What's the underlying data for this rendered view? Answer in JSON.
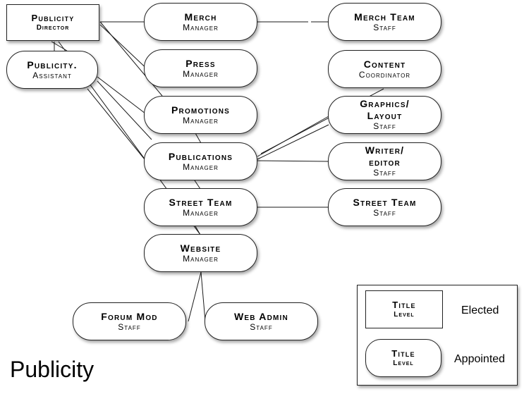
{
  "page_title": "Publicity",
  "nodes": {
    "publicity_director": {
      "title": "Publicity",
      "level": "Director"
    },
    "publicity_assistant": {
      "title": "Publicity.",
      "level": "Assistant"
    },
    "merch_manager": {
      "title": "Merch",
      "level": "Manager"
    },
    "press_manager": {
      "title": "Press",
      "level": "Manager"
    },
    "promotions_manager": {
      "title": "Promotions",
      "level": "Manager"
    },
    "publications_manager": {
      "title": "Publications",
      "level": "Manager"
    },
    "street_team_manager": {
      "title": "Street Team",
      "level": "Manager"
    },
    "website_manager": {
      "title": "Website",
      "level": "Manager"
    },
    "merch_team_staff": {
      "title": "Merch Team",
      "level": "Staff"
    },
    "content_coordinator": {
      "title": "Content",
      "level": "Coordinator"
    },
    "graphics_layout_staff": {
      "title": "Graphics/\nLayout",
      "level": "Staff"
    },
    "writer_editor_staff": {
      "title": "Writer/\neditor",
      "level": "Staff"
    },
    "street_team_staff": {
      "title": "Street Team",
      "level": "Staff"
    },
    "forum_mod_staff": {
      "title": "Forum Mod",
      "level": "Staff"
    },
    "web_admin_staff": {
      "title": "Web Admin",
      "level": "Staff"
    }
  },
  "legend": {
    "elected": {
      "title": "Title",
      "level": "Level",
      "caption": "Elected"
    },
    "appointed": {
      "title": "Title",
      "level": "Level",
      "caption": "Appointed"
    }
  },
  "colors": {
    "line": "#1a1a1a",
    "border": "#222222",
    "fill": "#ffffff"
  }
}
